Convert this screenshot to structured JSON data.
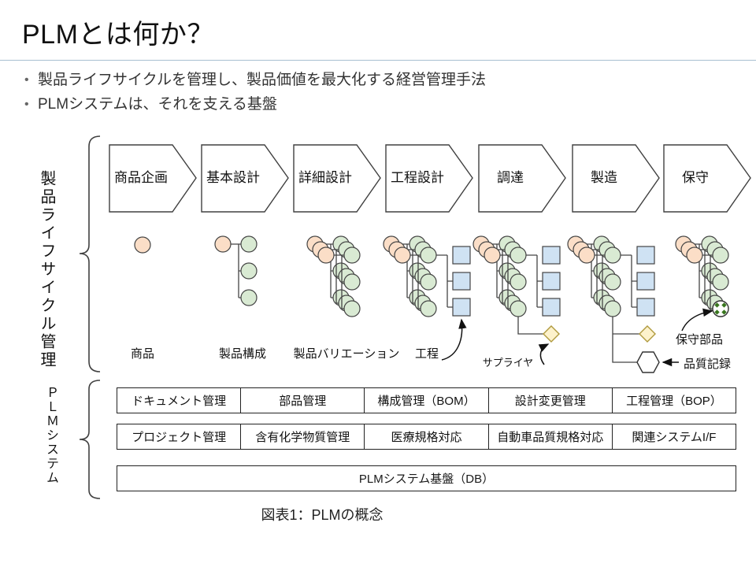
{
  "slide": {
    "title": "PLMとは何か？",
    "bullets": [
      "製品ライフサイクルを管理し、製品価値を最大化する経営管理手法",
      "PLMシステムは、それを支える基盤"
    ],
    "caption": "図表1：PLMの概念"
  },
  "diagram": {
    "side_labels": {
      "lifecycle": "製品ライフサイクル管理",
      "system": "ＰＬＭシステム"
    },
    "phases": [
      "商品企画",
      "基本設計",
      "詳細設計",
      "工程設計",
      "調達",
      "製造",
      "保守"
    ],
    "artifact_labels": {
      "product": "商品",
      "structure": "製品構成",
      "variation": "製品バリエーション",
      "process": "工程",
      "supplier": "サプライヤ",
      "service_part": "保守部品",
      "quality_record": "品質記録"
    },
    "modules_row1": [
      "ドキュメント管理",
      "部品管理",
      "構成管理（BOM）",
      "設計変更管理",
      "工程管理（BOP）"
    ],
    "modules_row2": [
      "プロジェクト管理",
      "含有化学物質管理",
      "医療規格対応",
      "自動車品質規格対応",
      "関連システムI/F"
    ],
    "platform": "PLMシステム基盤（DB）",
    "colors": {
      "product_node": "#fbdec7",
      "part_node": "#d9ead3",
      "process_node": "#cfe2f3",
      "supplier_node": "#fdf2cc",
      "quality_node": "#ffffff",
      "service_dot": "#38761d",
      "outline": "#404040",
      "title_divider": "#a7bfd1"
    }
  }
}
